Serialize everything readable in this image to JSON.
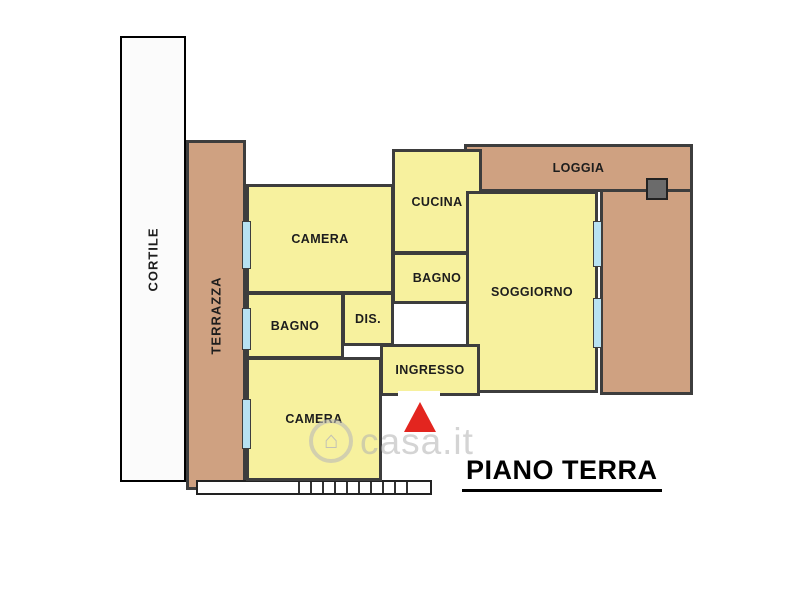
{
  "plan": {
    "title": "PIANO TERRA",
    "watermark": "casa.it",
    "icons": {
      "house": "⌂"
    },
    "rooms": {
      "cortile": {
        "label": "CORTILE"
      },
      "terrazza": {
        "label": "TERRAZZA"
      },
      "loggia": {
        "label": "LOGGIA"
      },
      "camera_top": {
        "label": "CAMERA"
      },
      "cucina": {
        "label": "CUCINA"
      },
      "bagno_center": {
        "label": "BAGNO"
      },
      "soggiorno": {
        "label": "SOGGIORNO"
      },
      "bagno_left": {
        "label": "BAGNO"
      },
      "dis": {
        "label": "DIS."
      },
      "ingresso": {
        "label": "INGRESSO"
      },
      "camera_bottom": {
        "label": "CAMERA"
      }
    },
    "colors": {
      "room_fill": "#f7f19e",
      "outdoor_fill": "#cfa181",
      "cortile_fill": "#fbfbfb",
      "wall": "#3d3d3d",
      "window": "#b8e2f2",
      "entrance_marker": "#e3251f",
      "watermark": "#bdbdbd"
    }
  }
}
